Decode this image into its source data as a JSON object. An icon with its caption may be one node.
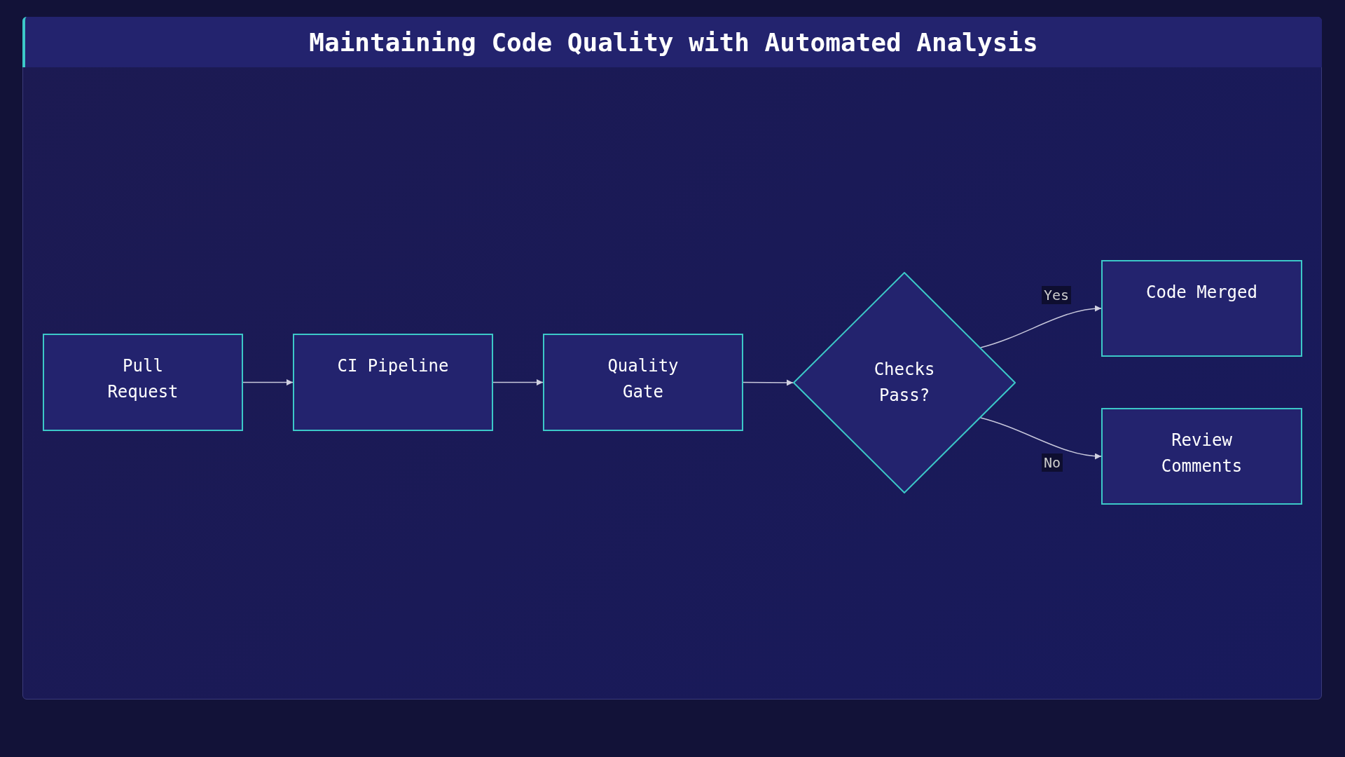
{
  "diagram": {
    "title": "Maintaining Code Quality with Automated Analysis",
    "nodes": [
      {
        "text": [
          "Pull Request"
        ]
      },
      {
        "text": [
          "CI Pipeline"
        ]
      },
      {
        "text": [
          "Quality Gate"
        ]
      },
      {
        "text": [
          "Checks Pass?"
        ]
      },
      {
        "text": [
          "Code Merged"
        ]
      },
      {
        "text": [
          "Review Comments"
        ]
      }
    ],
    "edges": [
      {
        "from": 0,
        "to": 1,
        "arrow": "to"
      },
      {
        "from": 1,
        "to": 2,
        "arrow": "to"
      },
      {
        "from": 2,
        "to": 3,
        "arrow": "to"
      },
      {
        "from": 3,
        "to": 4,
        "arrow": "to",
        "label": "Yes"
      },
      {
        "from": 3,
        "to": 5,
        "arrow": "to",
        "label": "No"
      }
    ]
  }
}
